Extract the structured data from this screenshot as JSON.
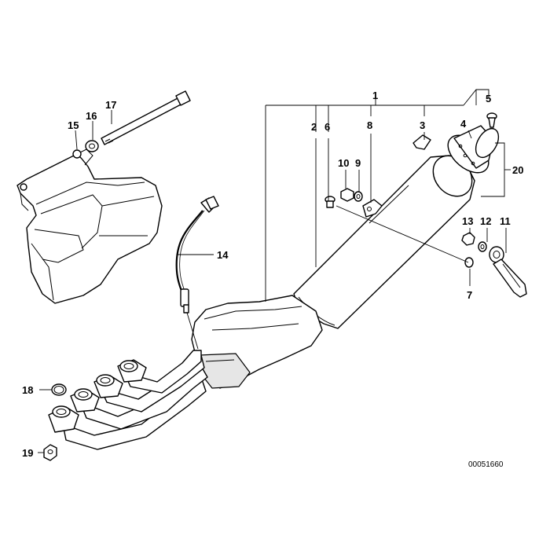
{
  "diagram": {
    "callouts": {
      "c1": "1",
      "c2": "2",
      "c3": "3",
      "c4": "4",
      "c5": "5",
      "c6": "6",
      "c7": "7",
      "c8": "8",
      "c9": "9",
      "c10": "10",
      "c11": "11",
      "c12": "12",
      "c13": "13",
      "c14": "14",
      "c15": "15",
      "c16": "16",
      "c17": "17",
      "c18": "18",
      "c19": "19",
      "c20": "20"
    },
    "drawing_number": "00051660"
  }
}
